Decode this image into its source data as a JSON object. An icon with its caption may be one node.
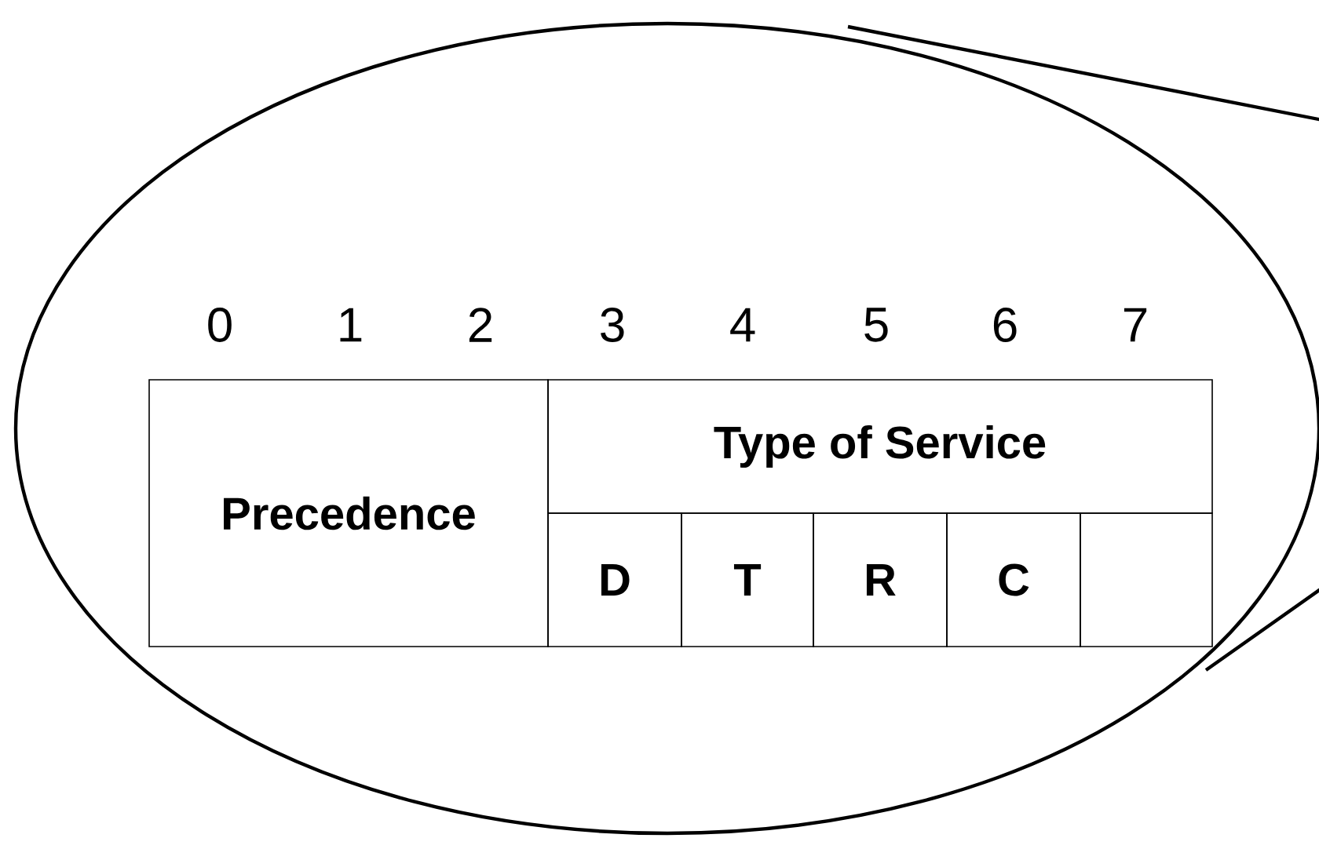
{
  "diagram": {
    "nodes": [
      {
        "text": [
          "Precedence"
        ]
      },
      {
        "text": [
          "Type of Service"
        ]
      },
      {
        "text": [
          "D"
        ]
      },
      {
        "text": [
          "T"
        ]
      },
      {
        "text": [
          "R"
        ]
      },
      {
        "text": [
          "C"
        ]
      },
      {
        "text": [],
        "shape": "box"
      }
    ],
    "labels": [
      "0",
      "1",
      "2",
      "3",
      "4",
      "5",
      "6",
      "7"
    ]
  }
}
